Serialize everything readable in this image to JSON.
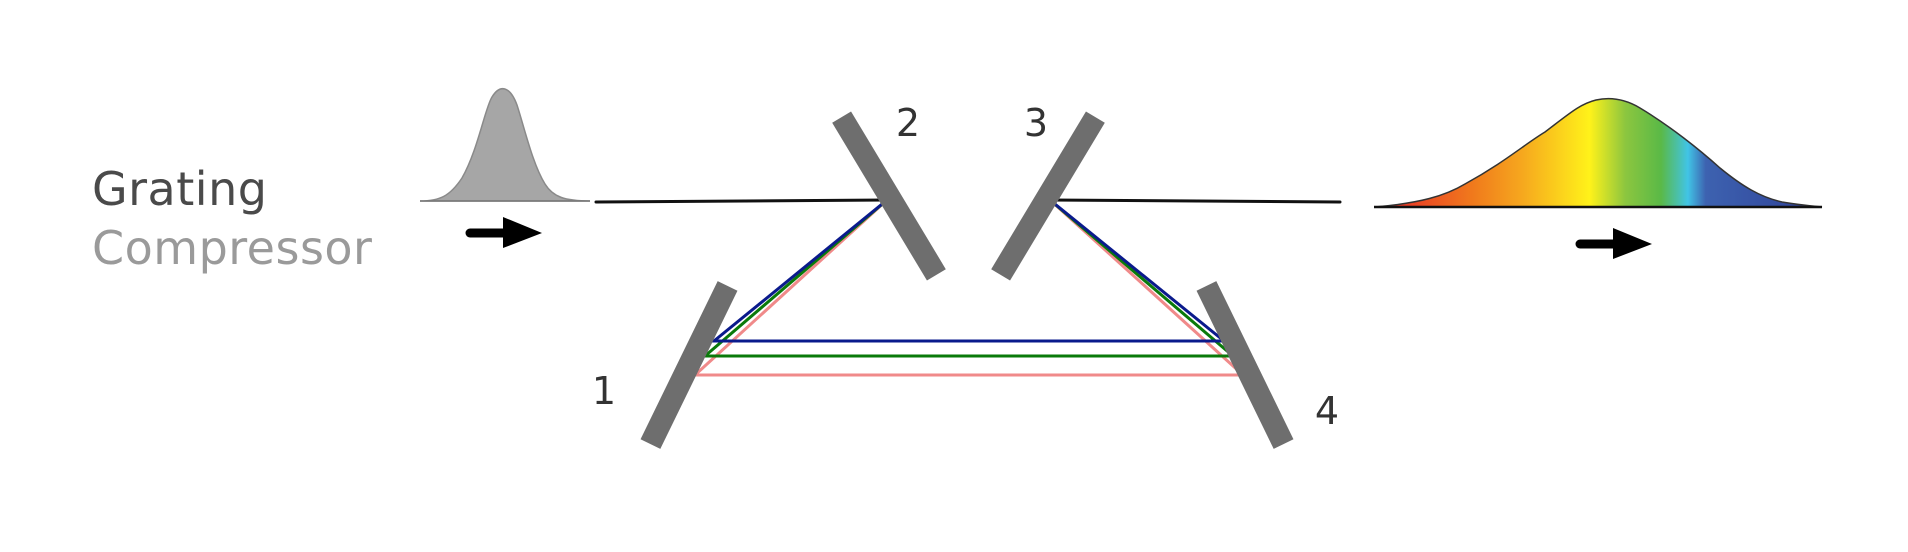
{
  "title": {
    "line1": "Grating",
    "line2": "Compressor"
  },
  "gratings": [
    {
      "label": "1"
    },
    {
      "label": "2"
    },
    {
      "label": "3"
    },
    {
      "label": "4"
    }
  ],
  "colors": {
    "title_dark": "#4a4a4a",
    "title_light": "#9a9a9a",
    "grating": "#6e6e6e",
    "label": "#333333",
    "beam": "#111111",
    "ray_blue": "#0a1a8c",
    "ray_green": "#0a7a0a",
    "ray_red": "#f08a8a",
    "input_pulse": "#a6a6a6",
    "arrow": "#000000",
    "spectrum": [
      "#e8222a",
      "#f07a1c",
      "#f6a81e",
      "#fff21a",
      "#8cc63f",
      "#5ab947",
      "#41c4e6",
      "#3d62b0",
      "#2e3f96"
    ]
  }
}
